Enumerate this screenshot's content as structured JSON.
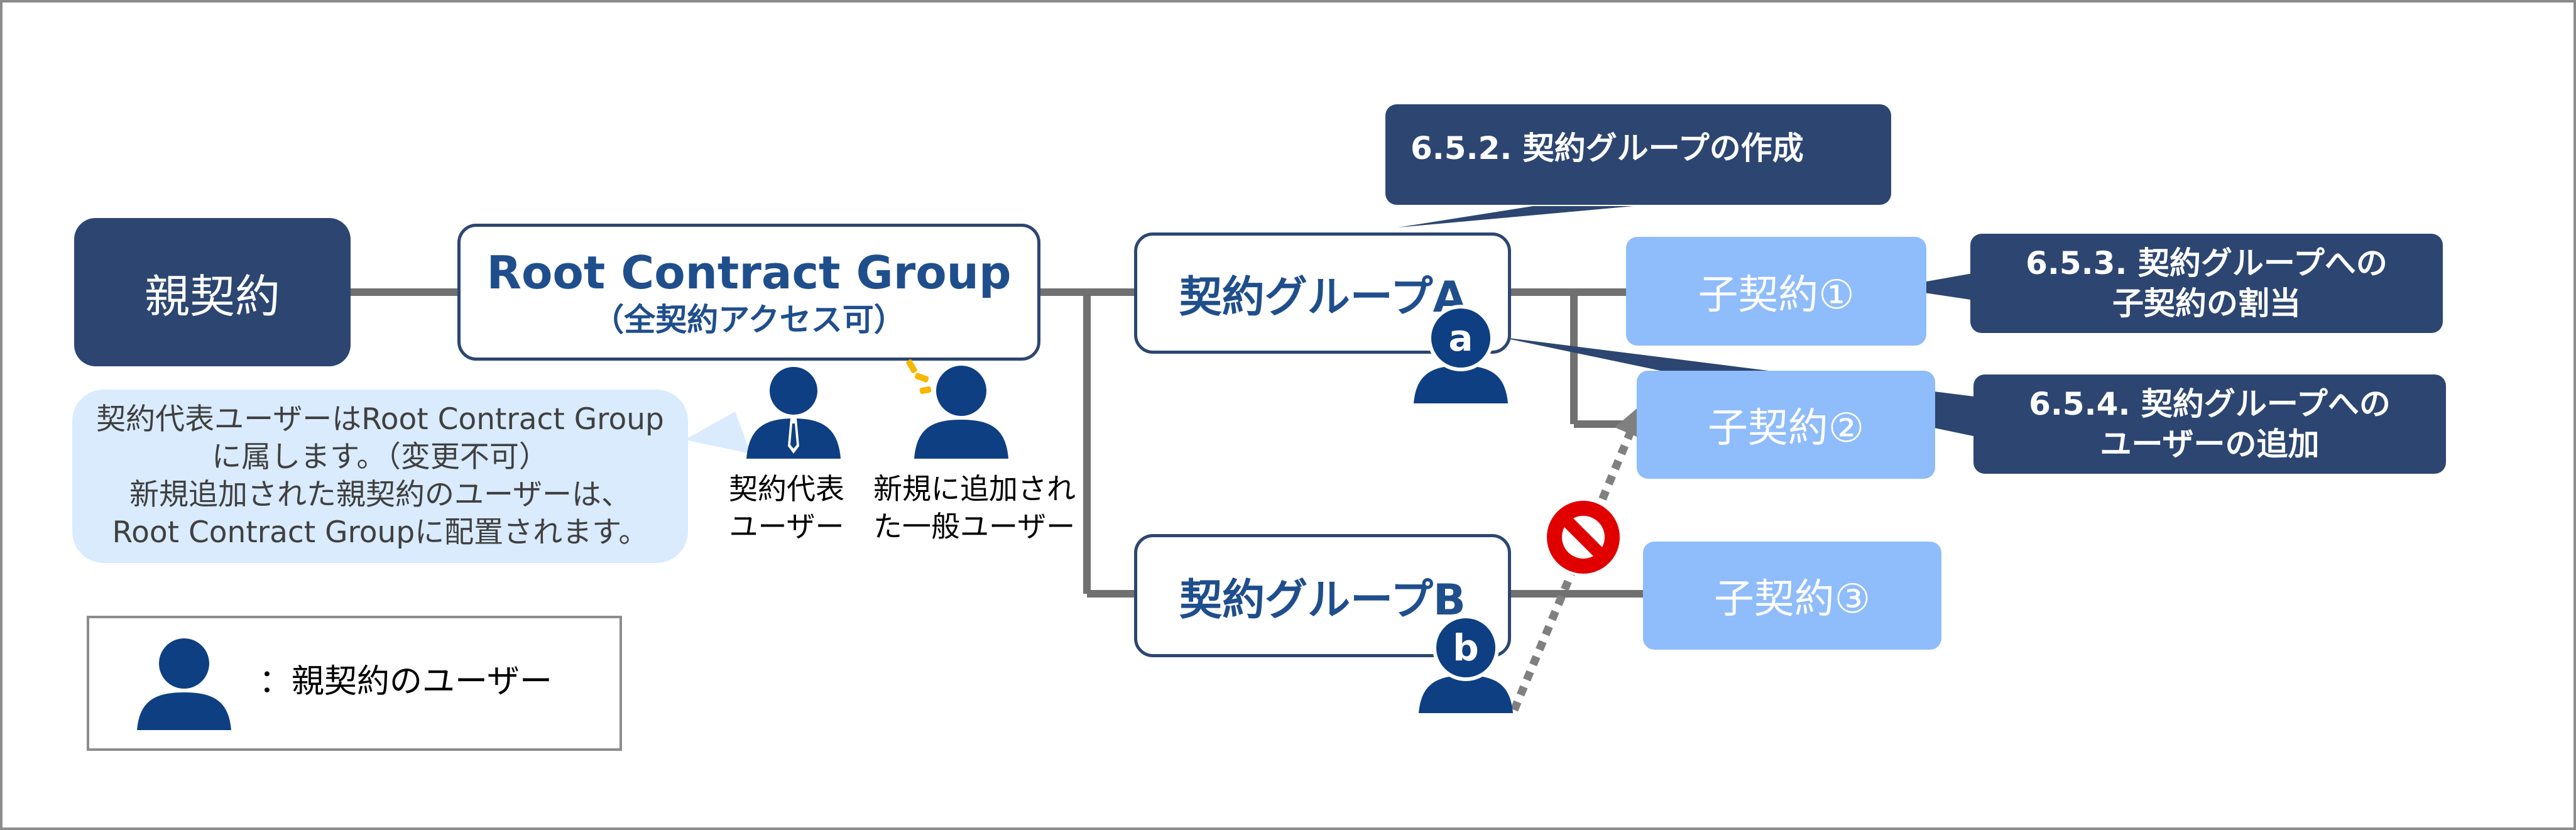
{
  "nodes": {
    "parent_contract": "親契約",
    "root_group": {
      "title": "Root Contract Group",
      "subtitle": "（全契約アクセス可）"
    },
    "group_a": "契約グループA",
    "group_b": "契約グループB",
    "child_1": "子契約①",
    "child_2": "子契約②",
    "child_3": "子契約③"
  },
  "callouts": {
    "create_group": "6.5.2. 契約グループの作成",
    "assign_child": [
      "6.5.3. 契約グループへの",
      "子契約の割当"
    ],
    "add_user": [
      "6.5.4. 契約グループへの",
      "ユーザーの追加"
    ]
  },
  "note": [
    "契約代表ユーザーはRoot Contract Group",
    "に属します。（変更不可）",
    "新規追加された親契約のユーザーは、",
    "Root Contract Groupに配置されます。"
  ],
  "users": {
    "representative": [
      "契約代表",
      "ユーザー"
    ],
    "new_user": [
      "新規に追加され",
      "た一般ユーザー"
    ],
    "badge_a": "a",
    "badge_b": "b"
  },
  "legend": {
    "text": "：親契約のユーザー"
  },
  "colors": {
    "dark_navy": "#2c4671",
    "group_text": "#1f4e8c",
    "child_fill": "#8fbcfa",
    "note_fill": "#d9ebfd",
    "user_icon": "#0e3f83",
    "prohibited": "#e00000",
    "connector": "#808080"
  },
  "icons": {
    "user": "person-icon",
    "prohibited": "no-entry-icon",
    "sparkle": "sparkle-icon"
  }
}
